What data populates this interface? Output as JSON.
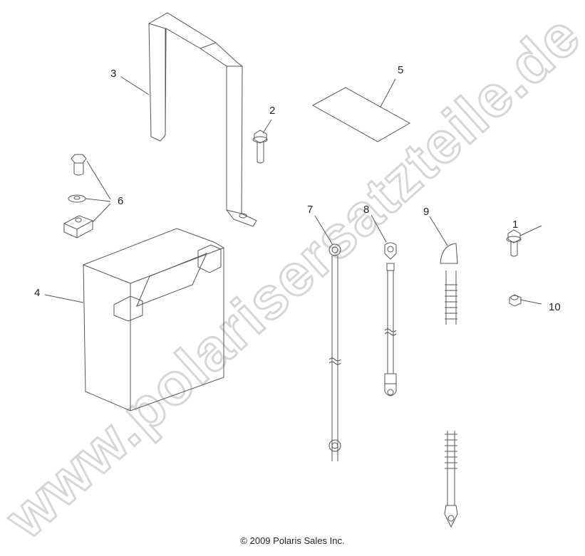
{
  "diagram": {
    "type": "exploded-parts-diagram",
    "subject": "battery assembly",
    "callouts": [
      {
        "id": "1",
        "label": "1",
        "part": "flange bolt"
      },
      {
        "id": "2",
        "label": "2",
        "part": "flange bolt"
      },
      {
        "id": "3",
        "label": "3",
        "part": "battery strap bracket"
      },
      {
        "id": "4",
        "label": "4",
        "part": "battery"
      },
      {
        "id": "5",
        "label": "5",
        "part": "label / decal"
      },
      {
        "id": "6",
        "label": "6",
        "part": "bolt, washer and nut block kit"
      },
      {
        "id": "7",
        "label": "7",
        "part": "battery cable"
      },
      {
        "id": "8",
        "label": "8",
        "part": "battery cable"
      },
      {
        "id": "9",
        "label": "9",
        "part": "terminal boot cable"
      },
      {
        "id": "10",
        "label": "10",
        "part": "flange nut"
      }
    ]
  },
  "footer": {
    "copyright": "© 2009 Polaris Sales Inc."
  },
  "watermark": {
    "text": "www.polarisersatzteile.de",
    "color": "#d9d9d9"
  },
  "colors": {
    "line": "#555555",
    "text": "#222222",
    "background": "#ffffff"
  }
}
